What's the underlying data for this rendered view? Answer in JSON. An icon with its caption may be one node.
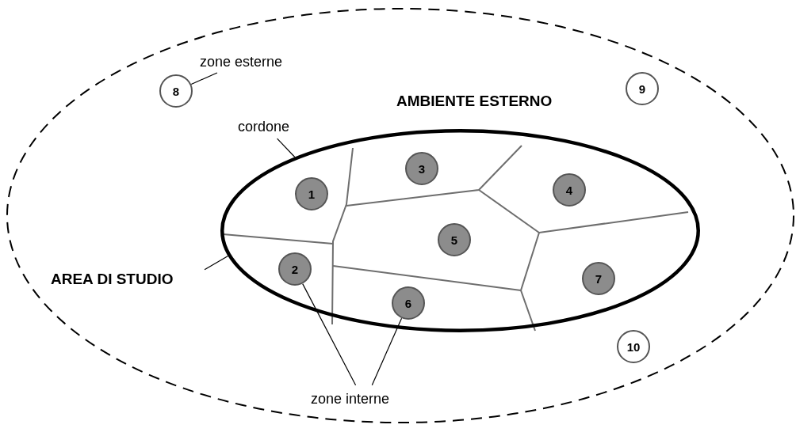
{
  "diagram": {
    "nodes": [
      {
        "text": [
          "AMBIENTE ESTERNO"
        ]
      },
      {
        "text": [
          "zone esterne"
        ],
        "in": 0
      },
      {
        "text": [
          "8"
        ],
        "in": 0
      },
      {
        "text": [
          "9"
        ],
        "in": 0
      },
      {
        "text": [
          "cordone"
        ],
        "in": 0
      },
      {
        "text": [],
        "shape": "ellipse",
        "in": 0
      },
      {
        "text": [
          "1"
        ],
        "in": 5
      },
      {
        "text": [
          "2"
        ],
        "in": 5
      },
      {
        "text": [
          "3"
        ],
        "in": 5
      },
      {
        "text": [
          "4"
        ],
        "in": 5
      },
      {
        "text": [
          "5"
        ],
        "in": 5
      },
      {
        "text": [
          "6"
        ],
        "in": 5
      },
      {
        "text": [
          "7"
        ],
        "in": 5
      },
      {
        "text": [
          "AREA DI STUDIO"
        ],
        "in": 0
      },
      {
        "text": [
          "10"
        ],
        "in": 0
      },
      {
        "text": [
          "zone interne"
        ],
        "in": 0
      }
    ],
    "edges": [
      {
        "from": 1,
        "to": 2,
        "arrow": "none"
      },
      {
        "from": 4,
        "to": 5,
        "arrow": "none"
      },
      {
        "from": 13,
        "to": 5,
        "arrow": "none"
      },
      {
        "from": 15,
        "to": 7,
        "arrow": "none"
      },
      {
        "from": 15,
        "to": 11,
        "arrow": "none"
      }
    ]
  }
}
